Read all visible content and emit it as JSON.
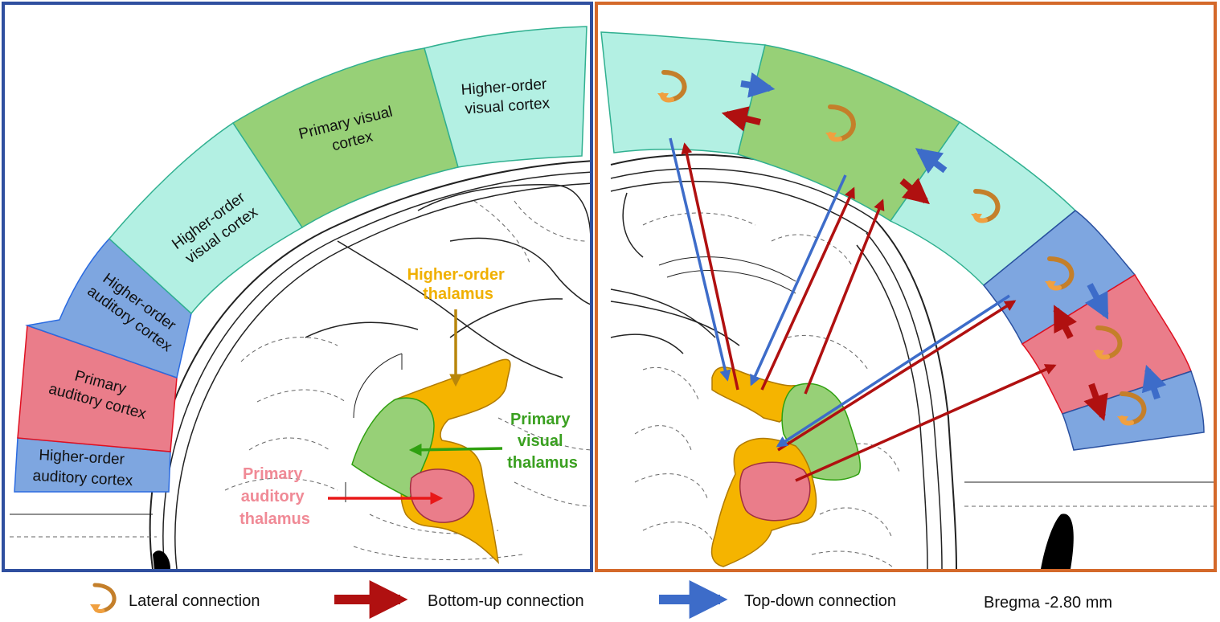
{
  "left_panel": {
    "cortex": [
      {
        "id": "pv",
        "lines": [
          "Primary visual",
          "cortex"
        ]
      },
      {
        "id": "hv_top",
        "lines": [
          "Higher-order",
          "visual cortex"
        ]
      },
      {
        "id": "hv_side",
        "lines": [
          "Higher-order",
          "visual cortex"
        ]
      },
      {
        "id": "ha_top",
        "lines": [
          "Higher-order",
          "auditory cortex"
        ]
      },
      {
        "id": "pa",
        "lines": [
          "Primary",
          "auditory cortex"
        ]
      },
      {
        "id": "ha_bottom",
        "lines": [
          "Higher-order",
          "auditory cortex"
        ]
      }
    ],
    "thalamus": [
      {
        "id": "ho",
        "lines": [
          "Higher-order",
          "thalamus"
        ]
      },
      {
        "id": "pvt",
        "lines": [
          "Primary",
          "visual",
          "thalamus"
        ]
      },
      {
        "id": "pat",
        "lines": [
          "Primary",
          "auditory",
          "thalamus"
        ]
      }
    ]
  },
  "legend": {
    "lateral": "Lateral connection",
    "bottom_up": "Bottom-up connection",
    "top_down": "Top-down connection",
    "bregma": "Bregma -2.80 mm"
  },
  "colors": {
    "visual_primary": "#97d077",
    "visual_higher": "#b3f0e3",
    "auditory_higher": "#7ea6e0",
    "auditory_primary": "#ea7d8a",
    "thalamus_higher": "#f5b400",
    "left_frame": "#2f4f9f",
    "right_frame": "#d4692a",
    "lateral_arrow": "#d08a2c",
    "bottom_up_arrow": "#b01010",
    "top_down_arrow": "#3d6cc9",
    "label_ho_thalamus": "#f0b000",
    "label_pv_thalamus": "#3aa020",
    "label_pa_thalamus": "#f08a96"
  }
}
